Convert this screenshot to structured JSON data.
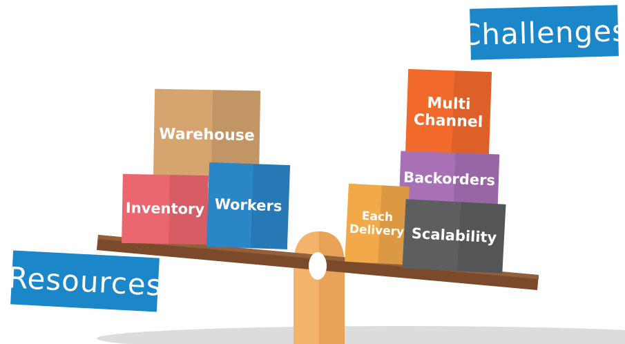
{
  "labels": {
    "challenges": "Challenges",
    "resources": "Resources"
  },
  "resources_boxes": {
    "warehouse": "Warehouse",
    "inventory": "Inventory",
    "workers": "Workers"
  },
  "challenges_boxes": {
    "multi_line1": "Multi",
    "multi_line2": "Channel",
    "backorders": "Backorders",
    "each_line1": "Each",
    "each_line2": "Delivery",
    "scalability": "Scalability"
  },
  "colors": {
    "tag_blue": "#1b87c9",
    "warehouse": "#d6a46e",
    "inventory": "#ec6670",
    "workers": "#2b86c7",
    "multi_channel": "#f26a2b",
    "backorders": "#a871b5",
    "each_delivery": "#f1a94a",
    "scalability": "#5c5e5f",
    "beam": "#7a4a2a",
    "fulcrum": "#f3b36b",
    "shadow": "#d9d9d9"
  }
}
